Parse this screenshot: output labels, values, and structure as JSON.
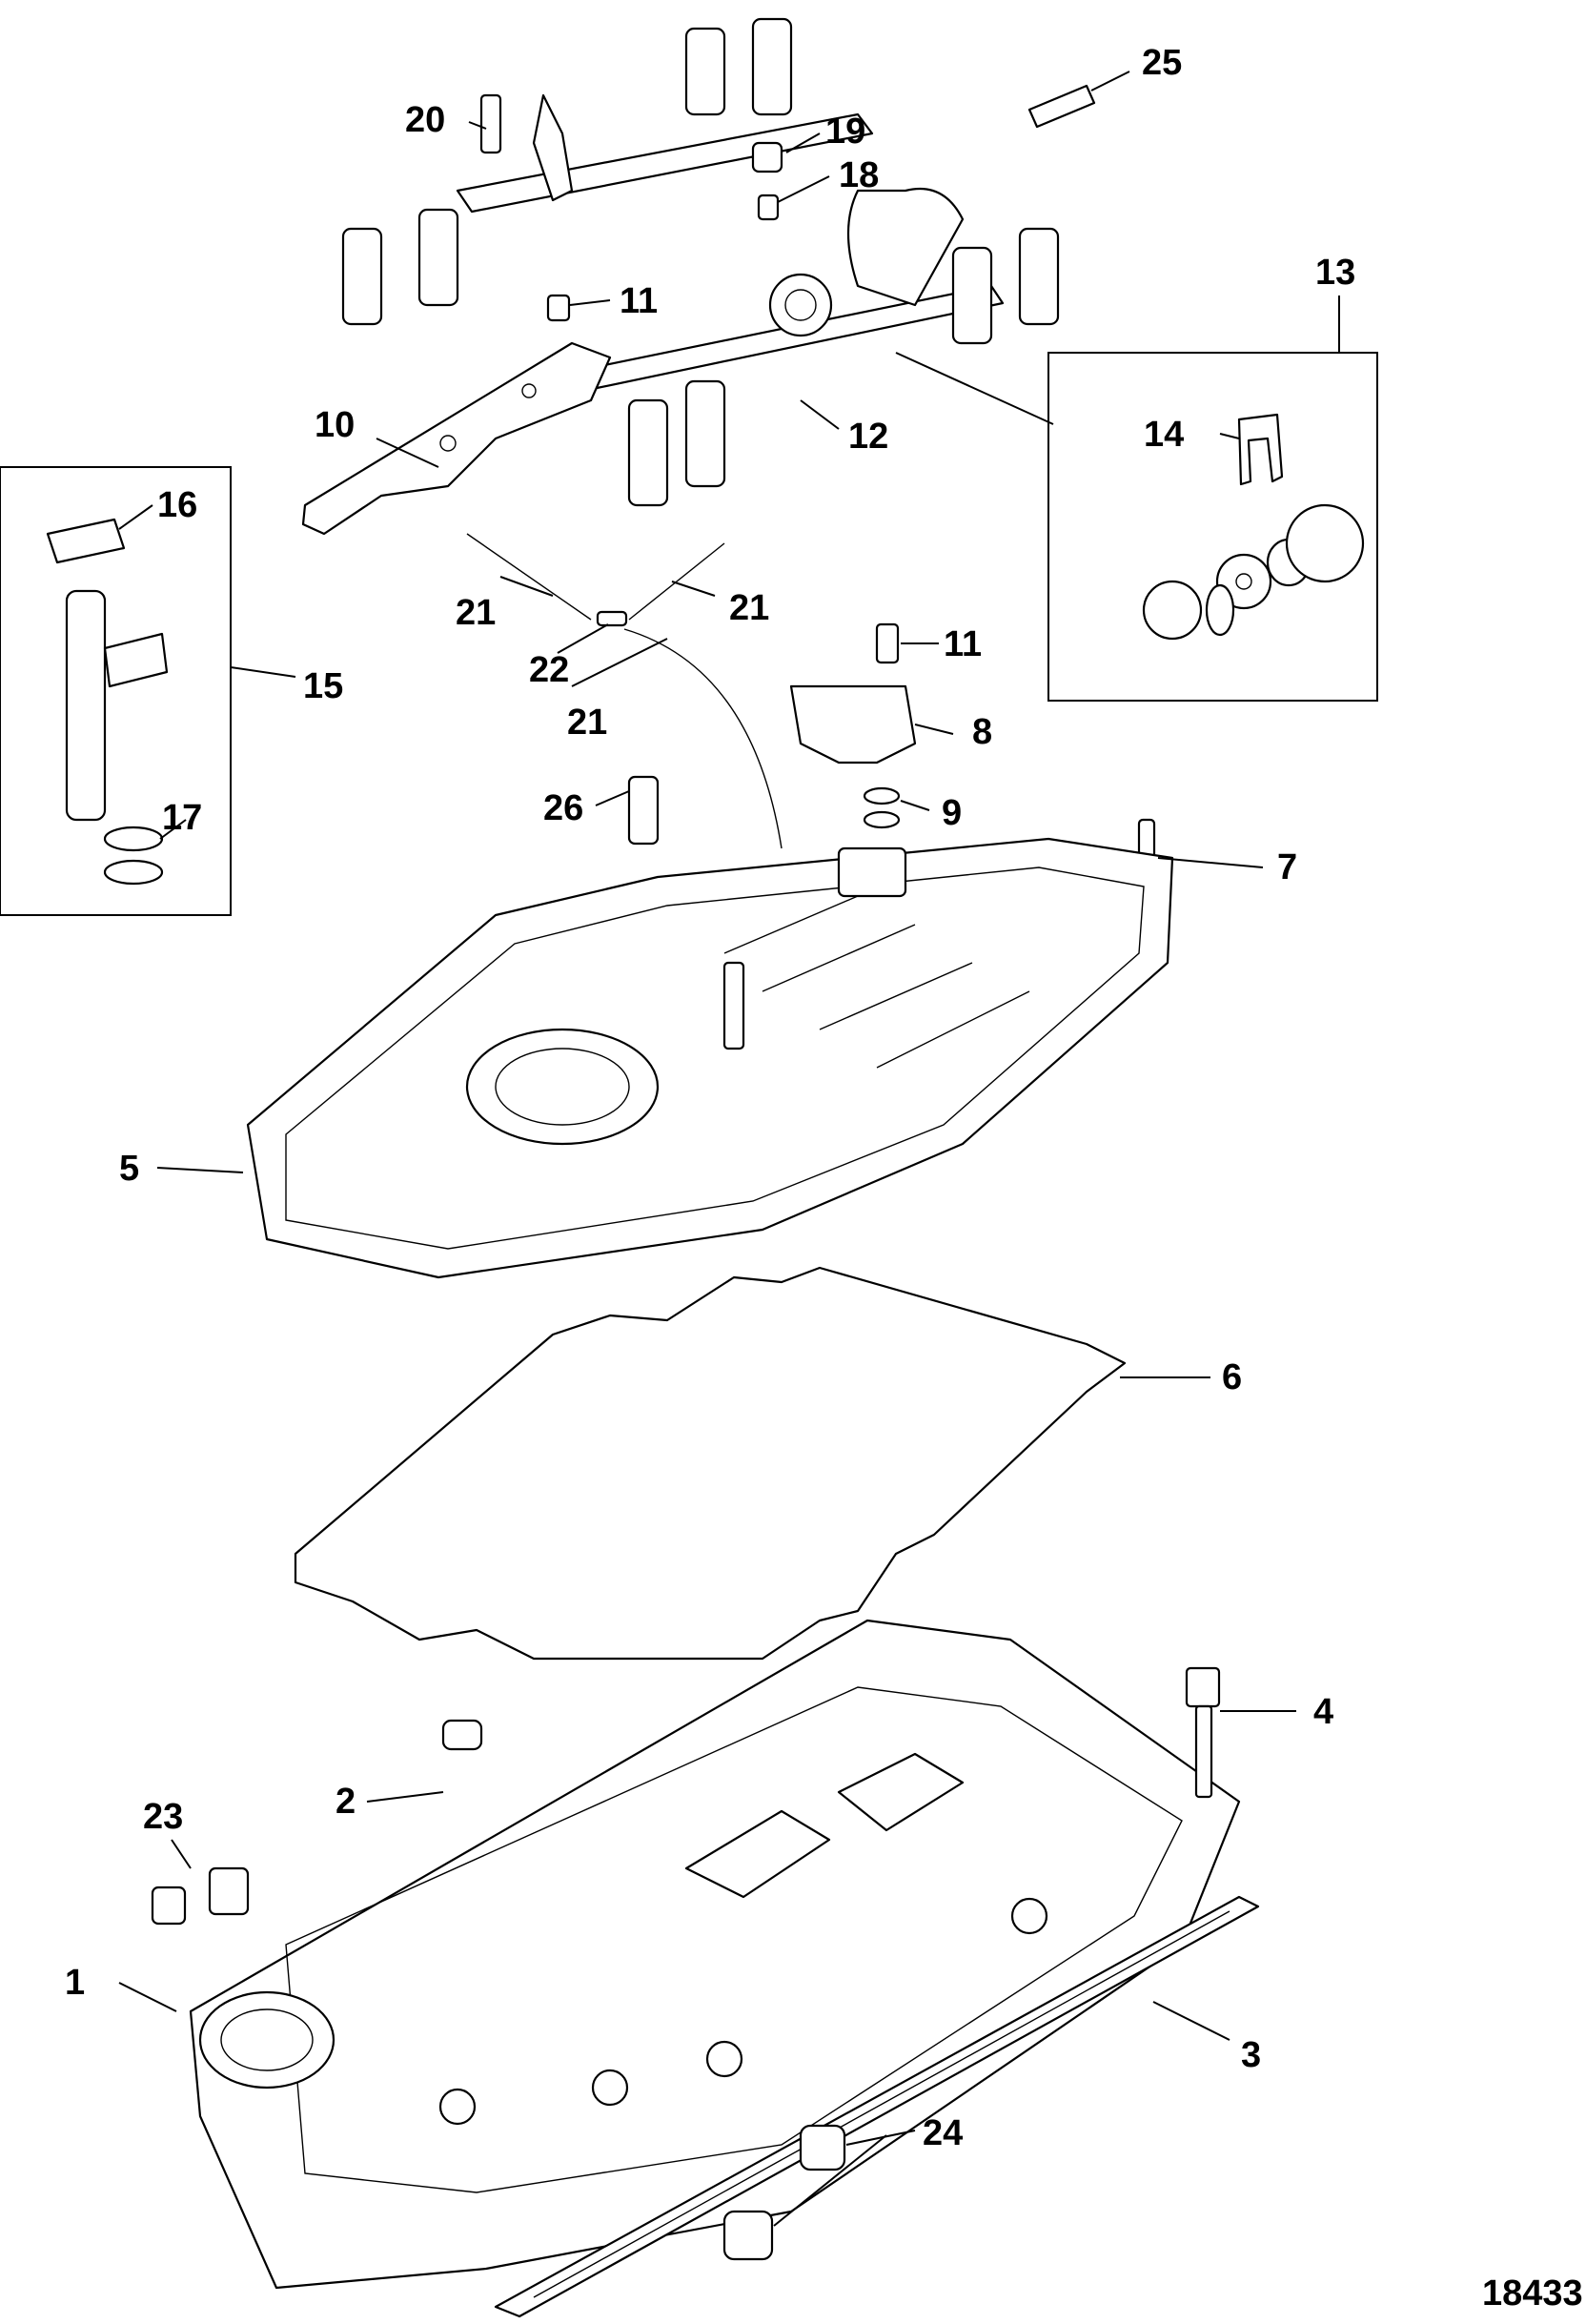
{
  "figure_number": "18433",
  "callouts": {
    "c1": "1",
    "c2": "2",
    "c3": "3",
    "c4": "4",
    "c5": "5",
    "c6": "6",
    "c7": "7",
    "c8": "8",
    "c9": "9",
    "c10": "10",
    "c11a": "11",
    "c11b": "11",
    "c12": "12",
    "c13": "13",
    "c14": "14",
    "c15": "15",
    "c16": "16",
    "c17": "17",
    "c18": "18",
    "c19": "19",
    "c20": "20",
    "c21a": "21",
    "c21b": "21",
    "c21c": "21",
    "c22": "22",
    "c23": "23",
    "c24": "24",
    "c25": "25",
    "c26": "26"
  }
}
